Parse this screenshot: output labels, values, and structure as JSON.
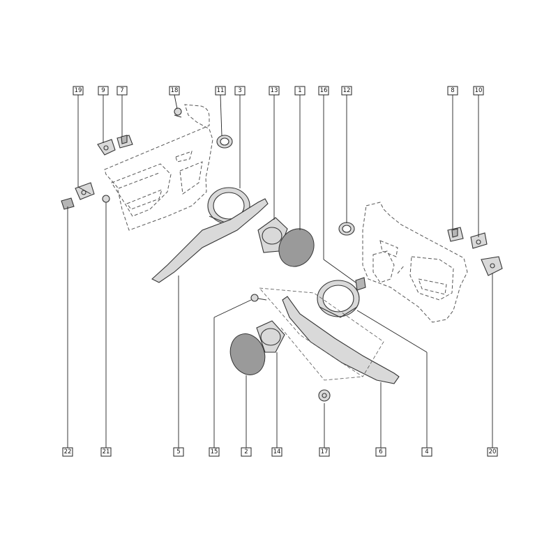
{
  "callouts": [
    {
      "id": "c19",
      "label": "19"
    },
    {
      "id": "c9",
      "label": "9"
    },
    {
      "id": "c7",
      "label": "7"
    },
    {
      "id": "c18",
      "label": "18"
    },
    {
      "id": "c11",
      "label": "11"
    },
    {
      "id": "c3",
      "label": "3"
    },
    {
      "id": "c13",
      "label": "13"
    },
    {
      "id": "c1",
      "label": "1"
    },
    {
      "id": "c16",
      "label": "16"
    },
    {
      "id": "c12",
      "label": "12"
    },
    {
      "id": "c8",
      "label": "8"
    },
    {
      "id": "c10",
      "label": "10"
    },
    {
      "id": "c22",
      "label": "22"
    },
    {
      "id": "c21",
      "label": "21"
    },
    {
      "id": "c5",
      "label": "5"
    },
    {
      "id": "c15",
      "label": "15"
    },
    {
      "id": "c2",
      "label": "2"
    },
    {
      "id": "c14",
      "label": "14"
    },
    {
      "id": "c17",
      "label": "17"
    },
    {
      "id": "c6",
      "label": "6"
    },
    {
      "id": "c4",
      "label": "4"
    },
    {
      "id": "c20",
      "label": "20"
    }
  ],
  "colors": {
    "line": "#333333",
    "part_fill": "#d9d9d9",
    "speaker_grille": "#9a9a9a",
    "background": "#ffffff"
  }
}
